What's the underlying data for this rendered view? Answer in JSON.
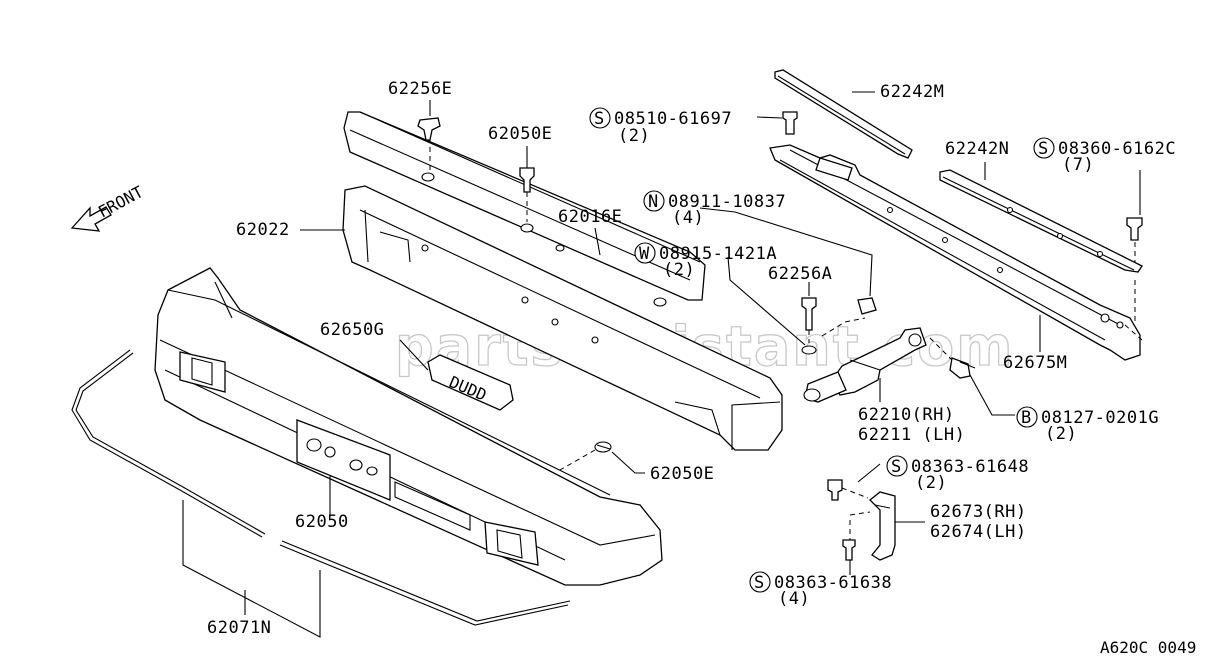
{
  "diagram": {
    "front_label": "FRONT",
    "watermark": "partsassistant.com",
    "catalog_code": "A620C 0049",
    "callouts": [
      {
        "id": "c-62256e",
        "part": "62256E",
        "qty": ""
      },
      {
        "id": "c-62050e-top",
        "part": "62050E",
        "qty": ""
      },
      {
        "id": "c-08510",
        "prefix": "S",
        "part": "08510-61697",
        "qty": "(2)"
      },
      {
        "id": "c-62242m",
        "part": "62242M",
        "qty": ""
      },
      {
        "id": "c-62242n",
        "part": "62242N",
        "qty": ""
      },
      {
        "id": "c-08360",
        "prefix": "S",
        "part": "08360-6162C",
        "qty": "(7)"
      },
      {
        "id": "c-62022",
        "part": "62022",
        "qty": ""
      },
      {
        "id": "c-62016e",
        "part": "62016E",
        "qty": ""
      },
      {
        "id": "c-08911",
        "prefix": "N",
        "part": "08911-10837",
        "qty": "(4)"
      },
      {
        "id": "c-08915",
        "prefix": "W",
        "part": "08915-1421A",
        "qty": "(2)"
      },
      {
        "id": "c-62256a",
        "part": "62256A",
        "qty": ""
      },
      {
        "id": "c-62650g",
        "part": "62650G",
        "qty": ""
      },
      {
        "id": "c-62675m",
        "part": "62675M",
        "qty": ""
      },
      {
        "id": "c-62210",
        "part": "62210(RH)",
        "part2": "62211 (LH)",
        "qty": ""
      },
      {
        "id": "c-08127",
        "prefix": "B",
        "part": "08127-0201G",
        "qty": "(2)"
      },
      {
        "id": "c-62050e-bot",
        "part": "62050E",
        "qty": ""
      },
      {
        "id": "c-08363a",
        "prefix": "S",
        "part": "08363-61648",
        "qty": "(2)"
      },
      {
        "id": "c-62673",
        "part": "62673(RH)",
        "part2": "62674(LH)",
        "qty": ""
      },
      {
        "id": "c-62050",
        "part": "62050",
        "qty": ""
      },
      {
        "id": "c-08363b",
        "prefix": "S",
        "part": "08363-61638",
        "qty": "(4)"
      },
      {
        "id": "c-62071n",
        "part": "62071N",
        "qty": ""
      }
    ]
  }
}
